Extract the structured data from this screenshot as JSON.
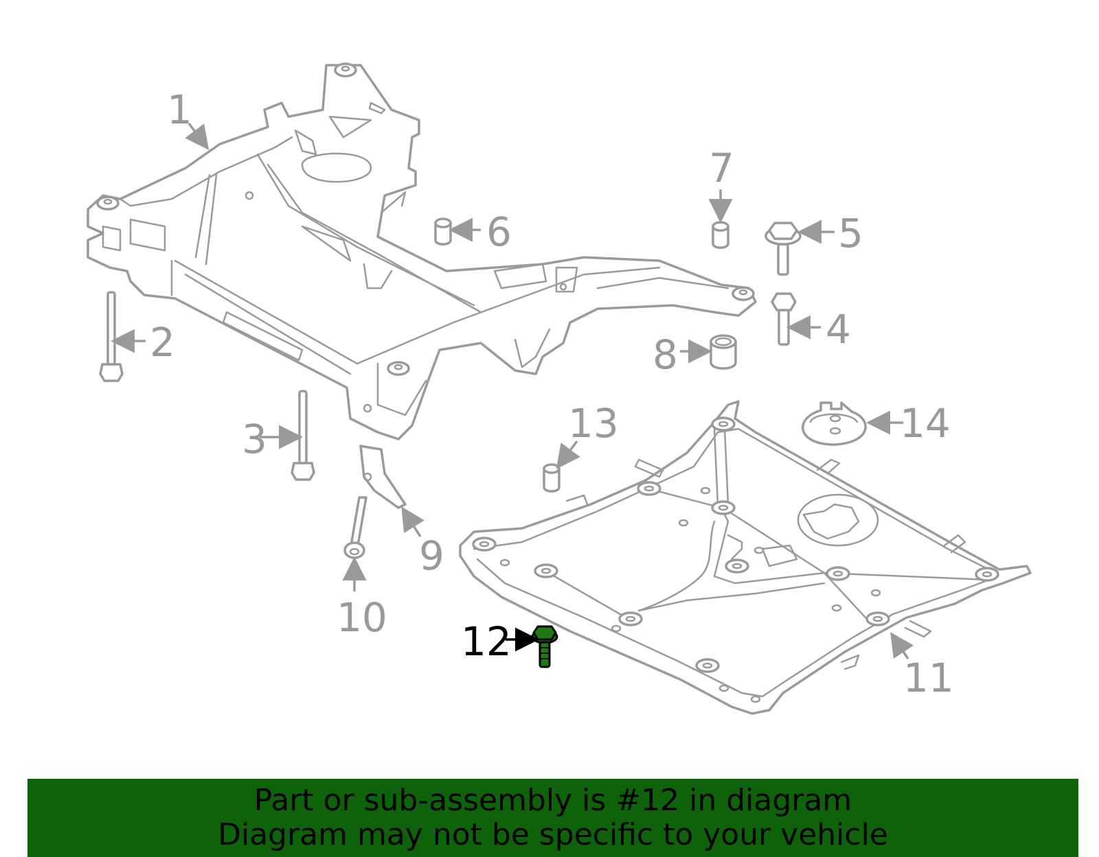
{
  "callouts": {
    "c1": "1",
    "c2": "2",
    "c3": "3",
    "c4": "4",
    "c5": "5",
    "c6": "6",
    "c7": "7",
    "c8": "8",
    "c9": "9",
    "c10": "10",
    "c11": "11",
    "c12": "12",
    "c13": "13",
    "c14": "14"
  },
  "highlighted_part": "12",
  "colors": {
    "line_art": "#9a9a9a",
    "highlight_part": "#1f7a12",
    "banner_background": "#0e620a",
    "banner_text": "#000000"
  },
  "banner": {
    "line1": "Part or sub-assembly is #12 in diagram",
    "line2": "Diagram may not be specific to your vehicle"
  }
}
